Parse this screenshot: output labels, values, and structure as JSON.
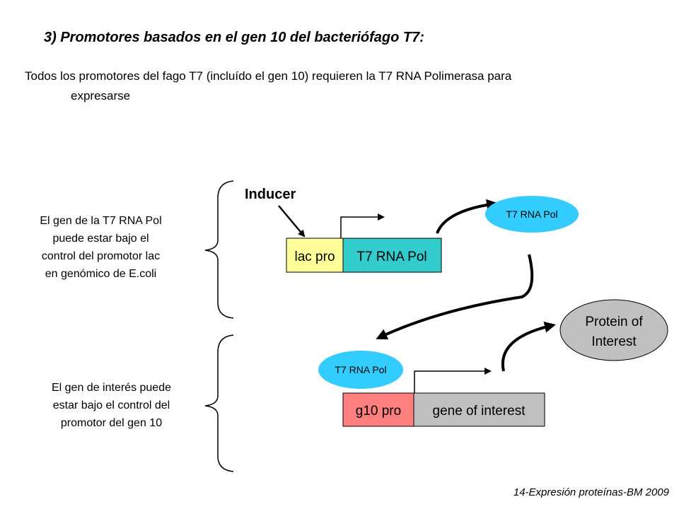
{
  "title": "3) Promotores basados en el gen 10 del bacteriófago T7:",
  "intro": {
    "line1": "Todos los promotores del fago T7 (incluído el gen 10) requieren la T7 RNA Polimerasa para",
    "line2": "expresarse"
  },
  "upper": {
    "side_lines": [
      "El gen de la T7 RNA Pol",
      "puede estar bajo el",
      "control  del promotor lac",
      "en genómico de E.coli"
    ],
    "inducer": "Inducer",
    "promoter_label": "lac pro",
    "gene_label": "T7 RNA Pol",
    "product_label": "T7 RNA Pol"
  },
  "lower": {
    "side_lines": [
      "El gen de interés puede",
      "estar bajo el control del",
      "promotor del gen 10"
    ],
    "polymerase_label": "T7 RNA Pol",
    "promoter_label": "g10 pro",
    "gene_label": "gene of interest",
    "product_lines": [
      "Protein of",
      "Interest"
    ]
  },
  "footer": "14-Expresión proteínas-BM 2009",
  "colors": {
    "lac_box": "#FFFF99",
    "t7_gene_box": "#33CCCC",
    "t7_ellipse": "#33CCFF",
    "g10_box": "#FF7F7F",
    "interest_box": "#C0C0C0",
    "protein_ellipse": "#C0C0C0"
  }
}
